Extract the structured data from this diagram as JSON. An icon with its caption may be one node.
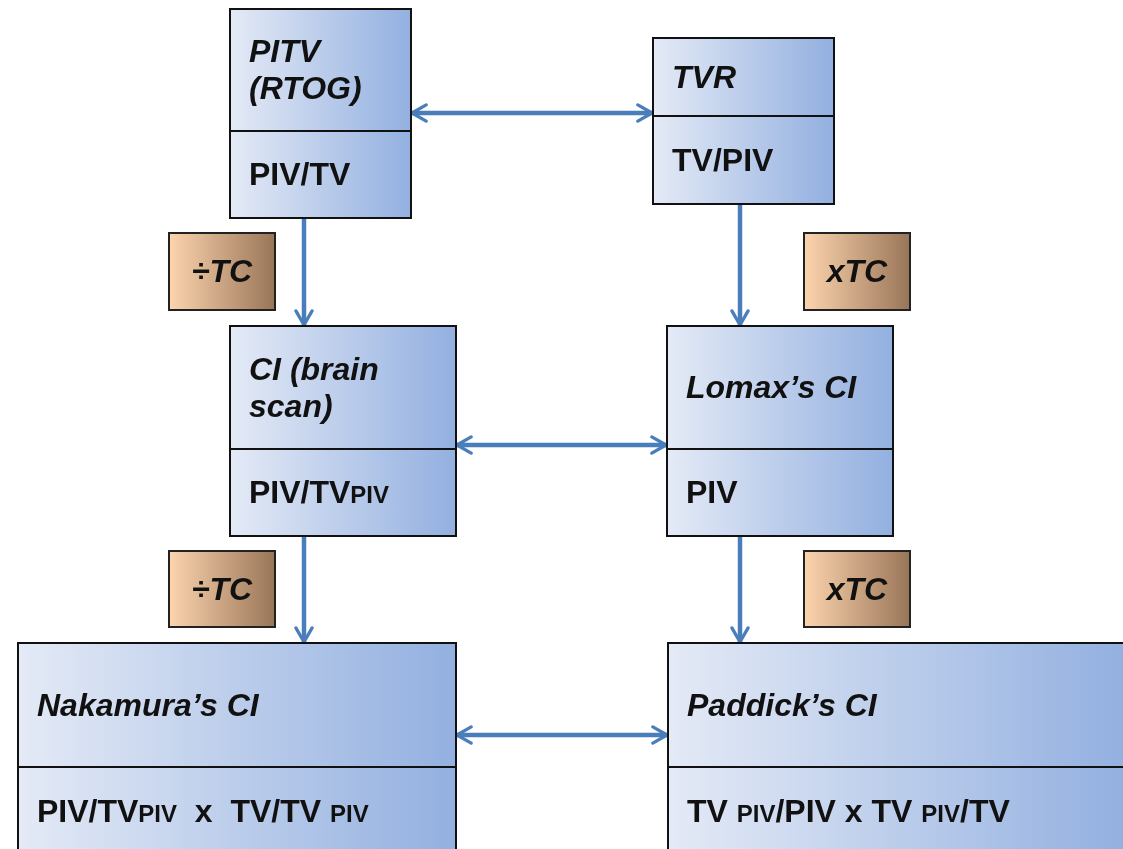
{
  "diagram": {
    "nodes": [
      {
        "text": [
          "PITV (RTOG)",
          "PIV/TV"
        ]
      },
      {
        "text": [
          "TVR",
          "TV/PIV"
        ]
      },
      {
        "text": [
          "CI (brain scan)",
          "PIV/TV$_{PIV}$"
        ]
      },
      {
        "text": [
          "Lomax’s CI",
          "PIV"
        ]
      },
      {
        "text": [
          "Nakamura’s CI",
          "PIV/TV$_{PIV}$  x  TV/TV $_{PIV}$"
        ]
      },
      {
        "text": [
          "Paddick’s CI",
          "TV $_{PIV}$/PIV x TV $_{PIV}$/TV"
        ]
      }
    ],
    "edges": [
      {
        "from": 0,
        "to": 1,
        "arrow": "both"
      },
      {
        "from": 0,
        "to": 2,
        "arrow": "to",
        "label": "÷TC"
      },
      {
        "from": 1,
        "to": 3,
        "arrow": "to",
        "label": "xTC"
      },
      {
        "from": 2,
        "to": 3,
        "arrow": "both"
      },
      {
        "from": 2,
        "to": 4,
        "arrow": "to",
        "label": "÷TC"
      },
      {
        "from": 3,
        "to": 5,
        "arrow": "to",
        "label": "xTC"
      },
      {
        "from": 4,
        "to": 5,
        "arrow": "both"
      }
    ]
  }
}
